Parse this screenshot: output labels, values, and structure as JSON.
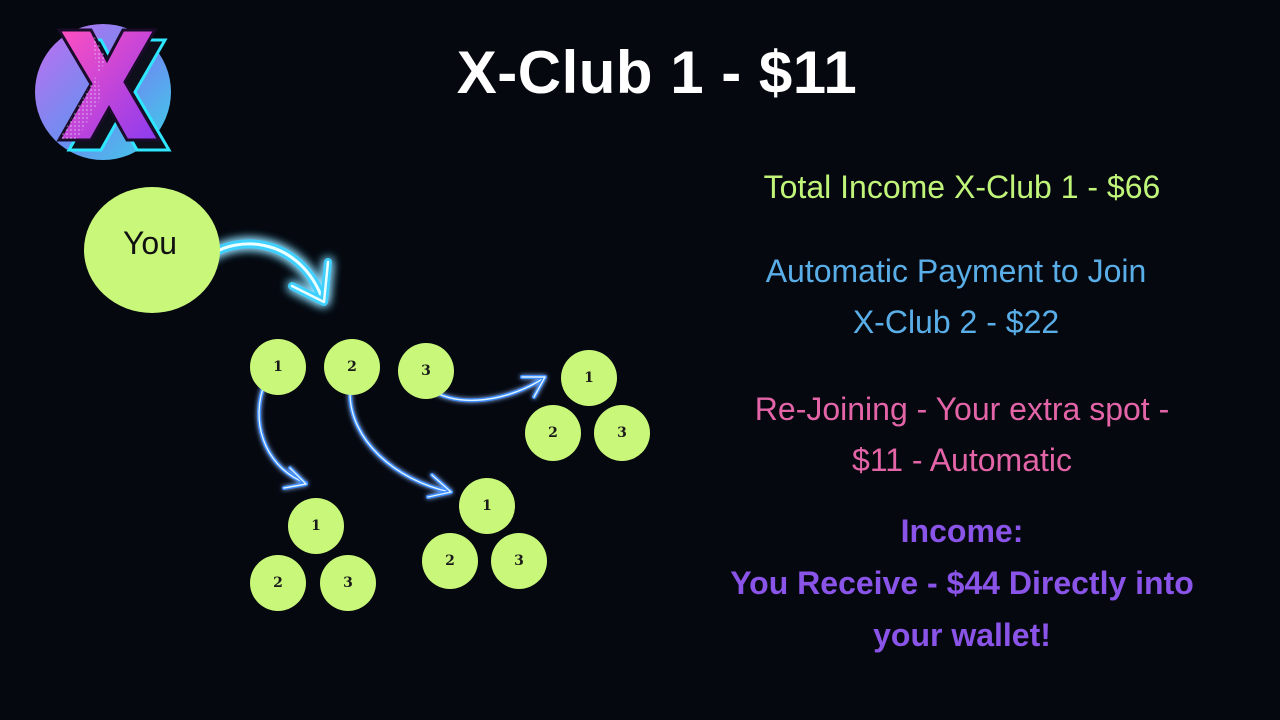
{
  "title": "X-Club 1 - $11",
  "logo": {
    "icon": "x-club-logo-icon",
    "letter": "X"
  },
  "diagram": {
    "you_label": "You",
    "top_row": [
      "1",
      "2",
      "3"
    ],
    "group_from_1": [
      "1",
      "2",
      "3"
    ],
    "group_from_2": [
      "1",
      "2",
      "3"
    ],
    "group_from_3": [
      "1",
      "2",
      "3"
    ]
  },
  "info": {
    "total_income": "Total Income X-Club 1 - $66",
    "auto_payment_line1": "Automatic Payment to Join",
    "auto_payment_line2": "X-Club 2 - $22",
    "rejoin_line1": "Re-Joining - Your extra spot -",
    "rejoin_line2": "$11 - Automatic",
    "income_heading": "Income:",
    "income_line1": "You Receive - $44 Directly into",
    "income_line2": "your wallet!"
  },
  "colors": {
    "background": "#05080f",
    "node_fill": "#c9f77a",
    "green_text": "#c0f57a",
    "blue_text": "#5aaee8",
    "pink_text": "#e464a8",
    "purple_text": "#8a54e8",
    "arrow_glow": "#3fd0ff"
  }
}
